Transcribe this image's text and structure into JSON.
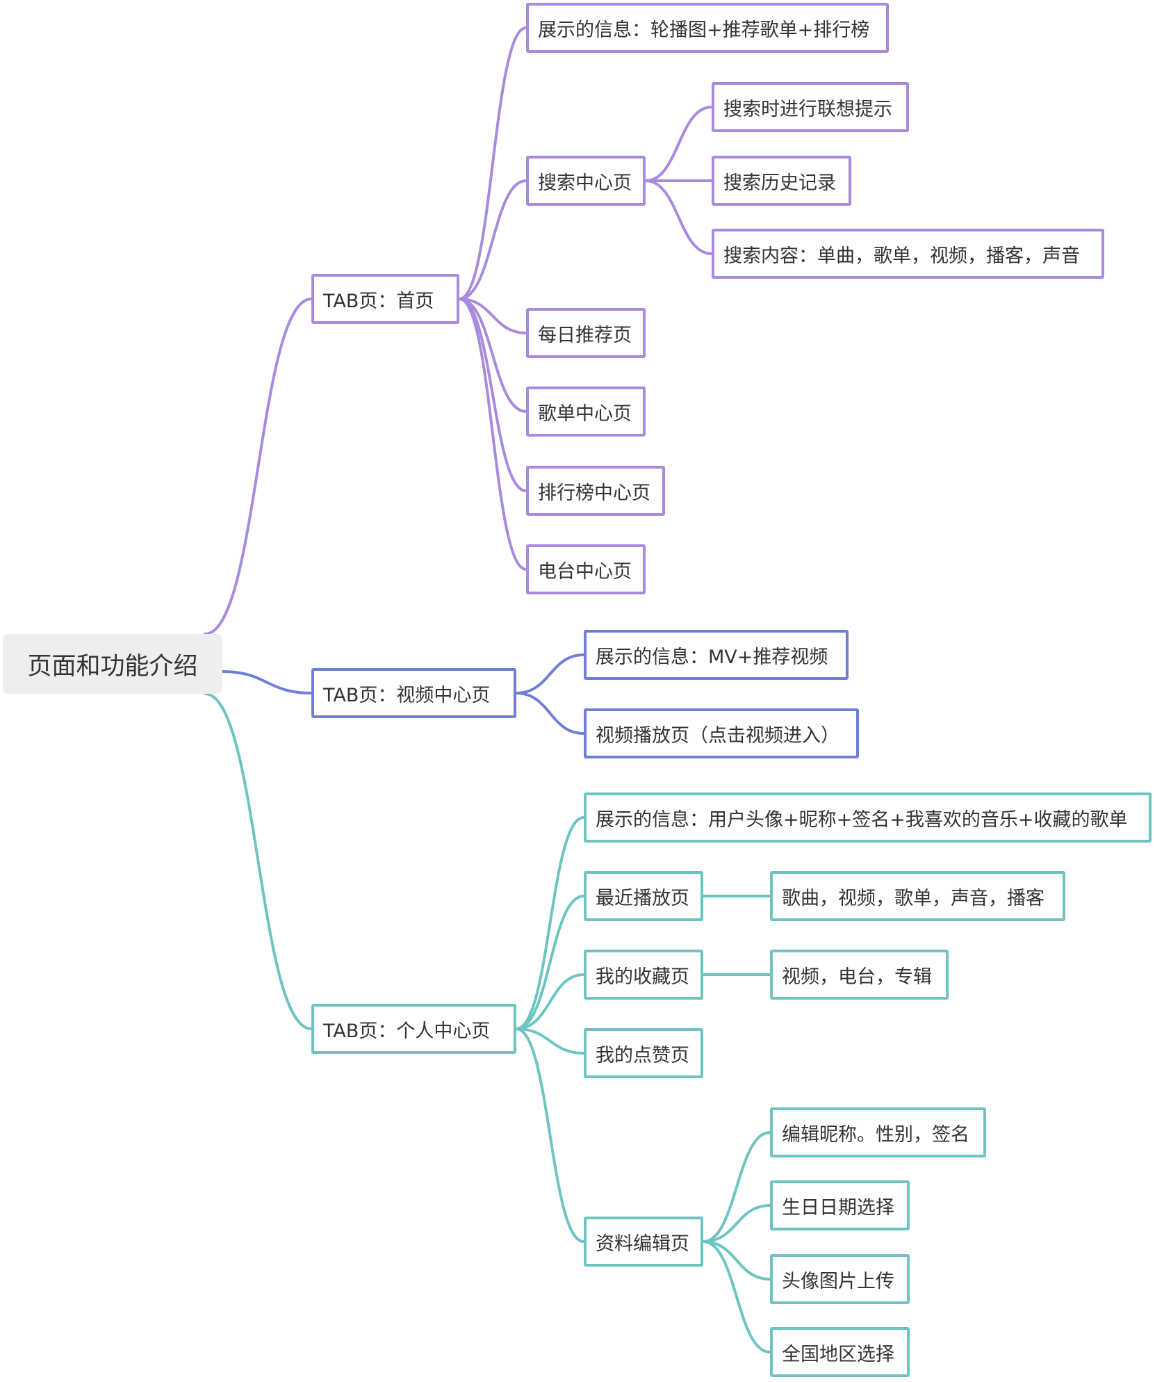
{
  "colors": {
    "home_branch": "#a98ade",
    "video_branch": "#6f7fd6",
    "profile_branch": "#6ec4c2",
    "root_fill": "#edefee",
    "text": "#333333"
  },
  "root": {
    "label": "页面和功能介绍"
  },
  "branches": [
    {
      "label": "TAB页：首页",
      "children": [
        {
          "label": "展示的信息：轮播图+推荐歌单+排行榜"
        },
        {
          "label": "搜索中心页",
          "children": [
            {
              "label": "搜索时进行联想提示"
            },
            {
              "label": "搜索历史记录"
            },
            {
              "label": "搜索内容：单曲，歌单，视频，播客，声音"
            }
          ]
        },
        {
          "label": "每日推荐页"
        },
        {
          "label": "歌单中心页"
        },
        {
          "label": "排行榜中心页"
        },
        {
          "label": "电台中心页"
        }
      ]
    },
    {
      "label": "TAB页：视频中心页",
      "children": [
        {
          "label": "展示的信息：MV+推荐视频"
        },
        {
          "label": "视频播放页（点击视频进入）"
        }
      ]
    },
    {
      "label": "TAB页：个人中心页",
      "children": [
        {
          "label": "展示的信息：用户头像+昵称+签名+我喜欢的音乐+收藏的歌单"
        },
        {
          "label": "最近播放页",
          "children": [
            {
              "label": "歌曲，视频，歌单，声音，播客"
            }
          ]
        },
        {
          "label": "我的收藏页",
          "children": [
            {
              "label": "视频，电台，专辑"
            }
          ]
        },
        {
          "label": "我的点赞页"
        },
        {
          "label": "资料编辑页",
          "children": [
            {
              "label": "编辑昵称。性别，签名"
            },
            {
              "label": "生日日期选择"
            },
            {
              "label": "头像图片上传"
            },
            {
              "label": "全国地区选择"
            }
          ]
        }
      ]
    }
  ]
}
